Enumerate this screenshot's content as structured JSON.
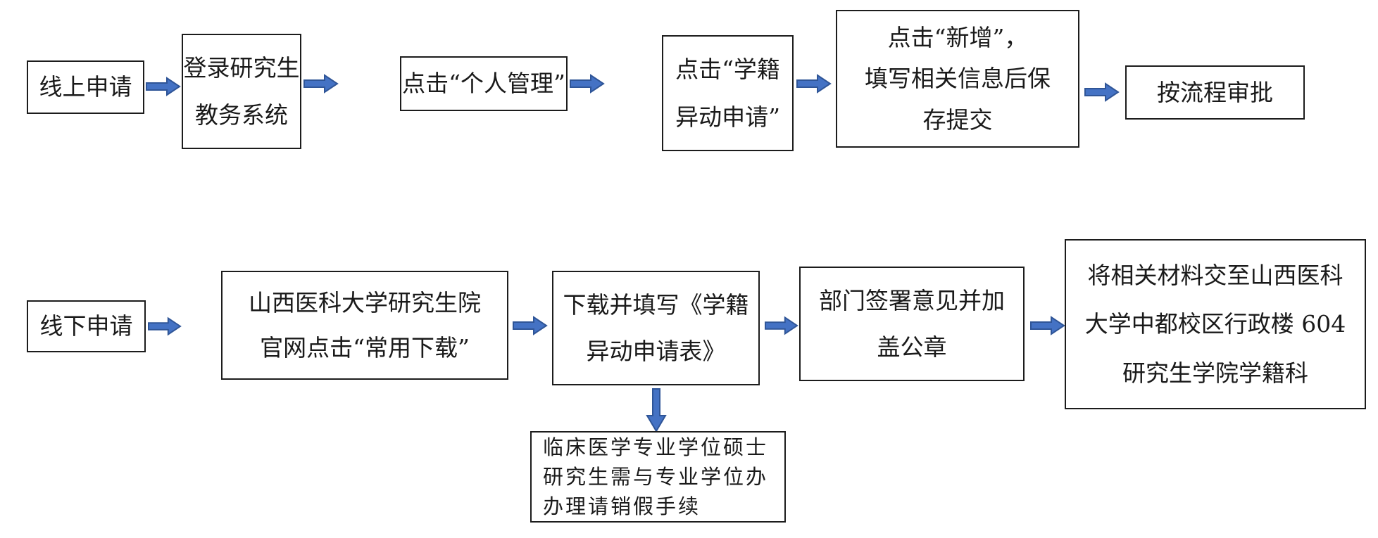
{
  "title": "学籍异动申请流程图",
  "colors": {
    "arrow_fill": "#4472C4",
    "arrow_border": "#2F5597",
    "box_border": "#1c1c1c",
    "background": "#ffffff",
    "text": "#1a1a1a"
  },
  "flows": [
    {
      "id": "online",
      "nodes": [
        {
          "name": "online-apply",
          "lines": [
            "线上申请"
          ]
        },
        {
          "name": "login-system",
          "lines": [
            "登录研究生",
            "教务系统"
          ]
        },
        {
          "name": "click-personal-mgmt",
          "lines": [
            "点击“个人管理”"
          ]
        },
        {
          "name": "click-status-change",
          "lines": [
            "点击“学籍",
            "异动申请”"
          ]
        },
        {
          "name": "click-add-submit",
          "lines": [
            "点击“新增”，",
            "填写相关信息后保",
            "存提交"
          ]
        },
        {
          "name": "approval-by-process",
          "lines": [
            "按流程审批"
          ]
        }
      ]
    },
    {
      "id": "offline",
      "nodes": [
        {
          "name": "offline-apply",
          "lines": [
            "线下申请"
          ]
        },
        {
          "name": "official-site-download",
          "lines": [
            "山西医科大学研究生院",
            "官网点击“常用下载”"
          ]
        },
        {
          "name": "download-fill-form",
          "lines": [
            "下载并填写《学籍",
            "异动申请表》"
          ]
        },
        {
          "name": "department-sign-seal",
          "lines": [
            "部门签署意见并加",
            "盖公章"
          ]
        },
        {
          "name": "submit-materials",
          "lines": [
            "将相关材料交至山西医科",
            "大学中都校区行政楼 604",
            "研究生学院学籍科"
          ]
        }
      ]
    }
  ],
  "note": {
    "lines": [
      "临床医学专业学位硕士",
      "研究生需与专业学位办",
      "办理请销假手续"
    ]
  }
}
